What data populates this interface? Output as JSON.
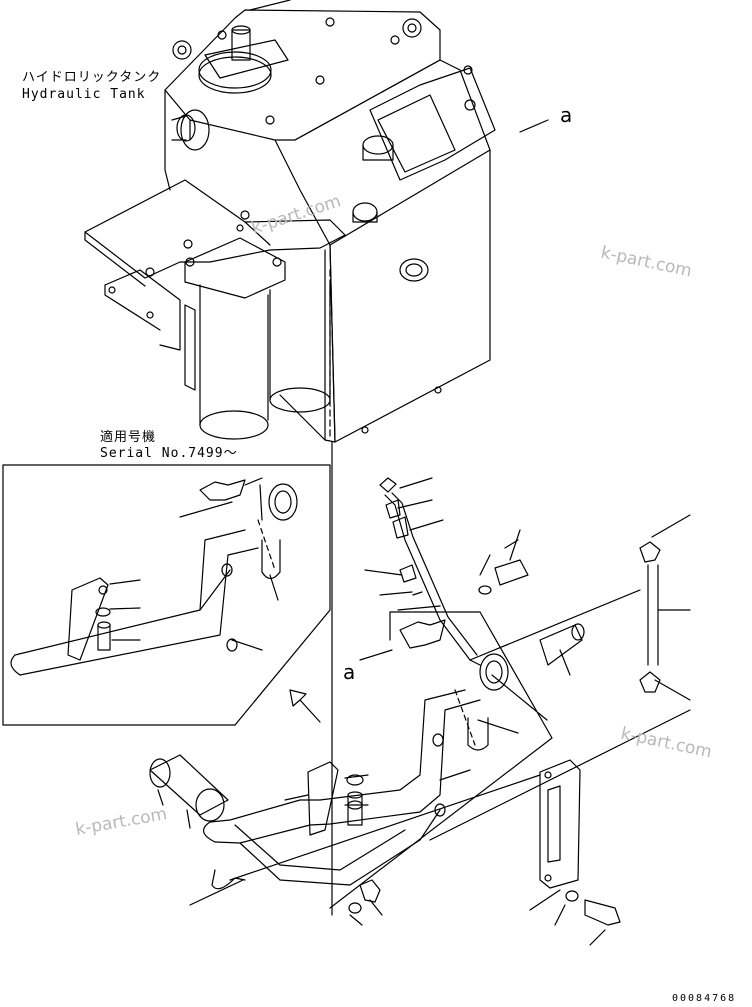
{
  "tank_label_jp": "ハイドロリックタンク",
  "tank_label_en": "Hydraulic Tank",
  "serial_label_jp": "適用号機",
  "serial_label_en": "Serial No.7499～",
  "ref_mark": "a",
  "watermark": "k-part.com",
  "doc_number": "00084768"
}
